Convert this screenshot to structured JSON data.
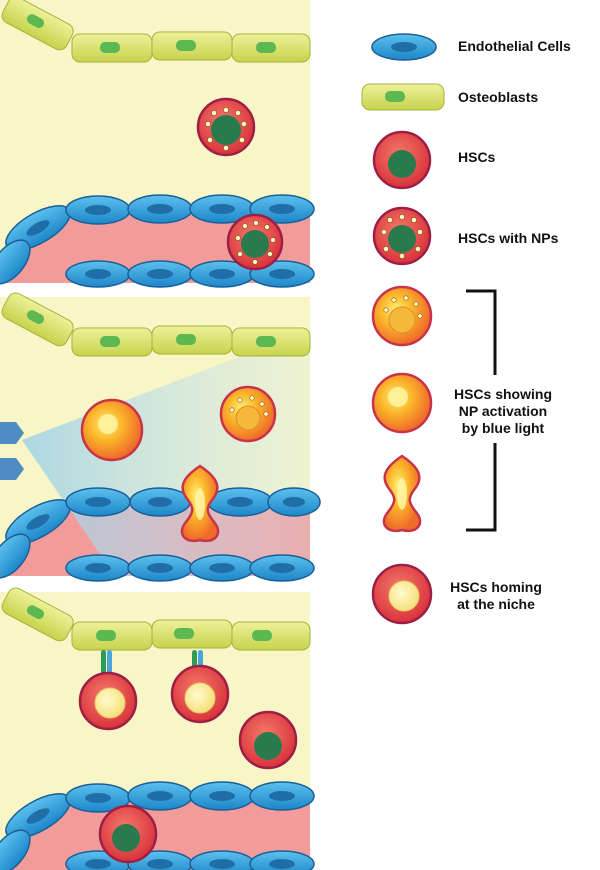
{
  "legend": {
    "endothelial": "Endothelial Cells",
    "osteoblasts": "Osteoblasts",
    "hscs": "HSCs",
    "hscs_nps": "HSCs with NPs",
    "activation": [
      "HSCs showing",
      "NP activation",
      "by blue light"
    ],
    "homing": [
      "HSCs homing",
      "at the niche"
    ]
  },
  "colors": {
    "bone": "#f7f4c4",
    "osteoblast": "#d3e06a",
    "osteoblast_nucleus": "#5cb850",
    "endothelial": "#2f9fd8",
    "endothelial_nucleus": "#1f6ea8",
    "vessel": "#f3a3a3",
    "hsc": "#e84e4a",
    "hsc_nucleus": "#2a7a4e",
    "activated": "#f7a21c",
    "homing_nucleus": "#fcefa0",
    "blue_light": "#5b97c8"
  }
}
